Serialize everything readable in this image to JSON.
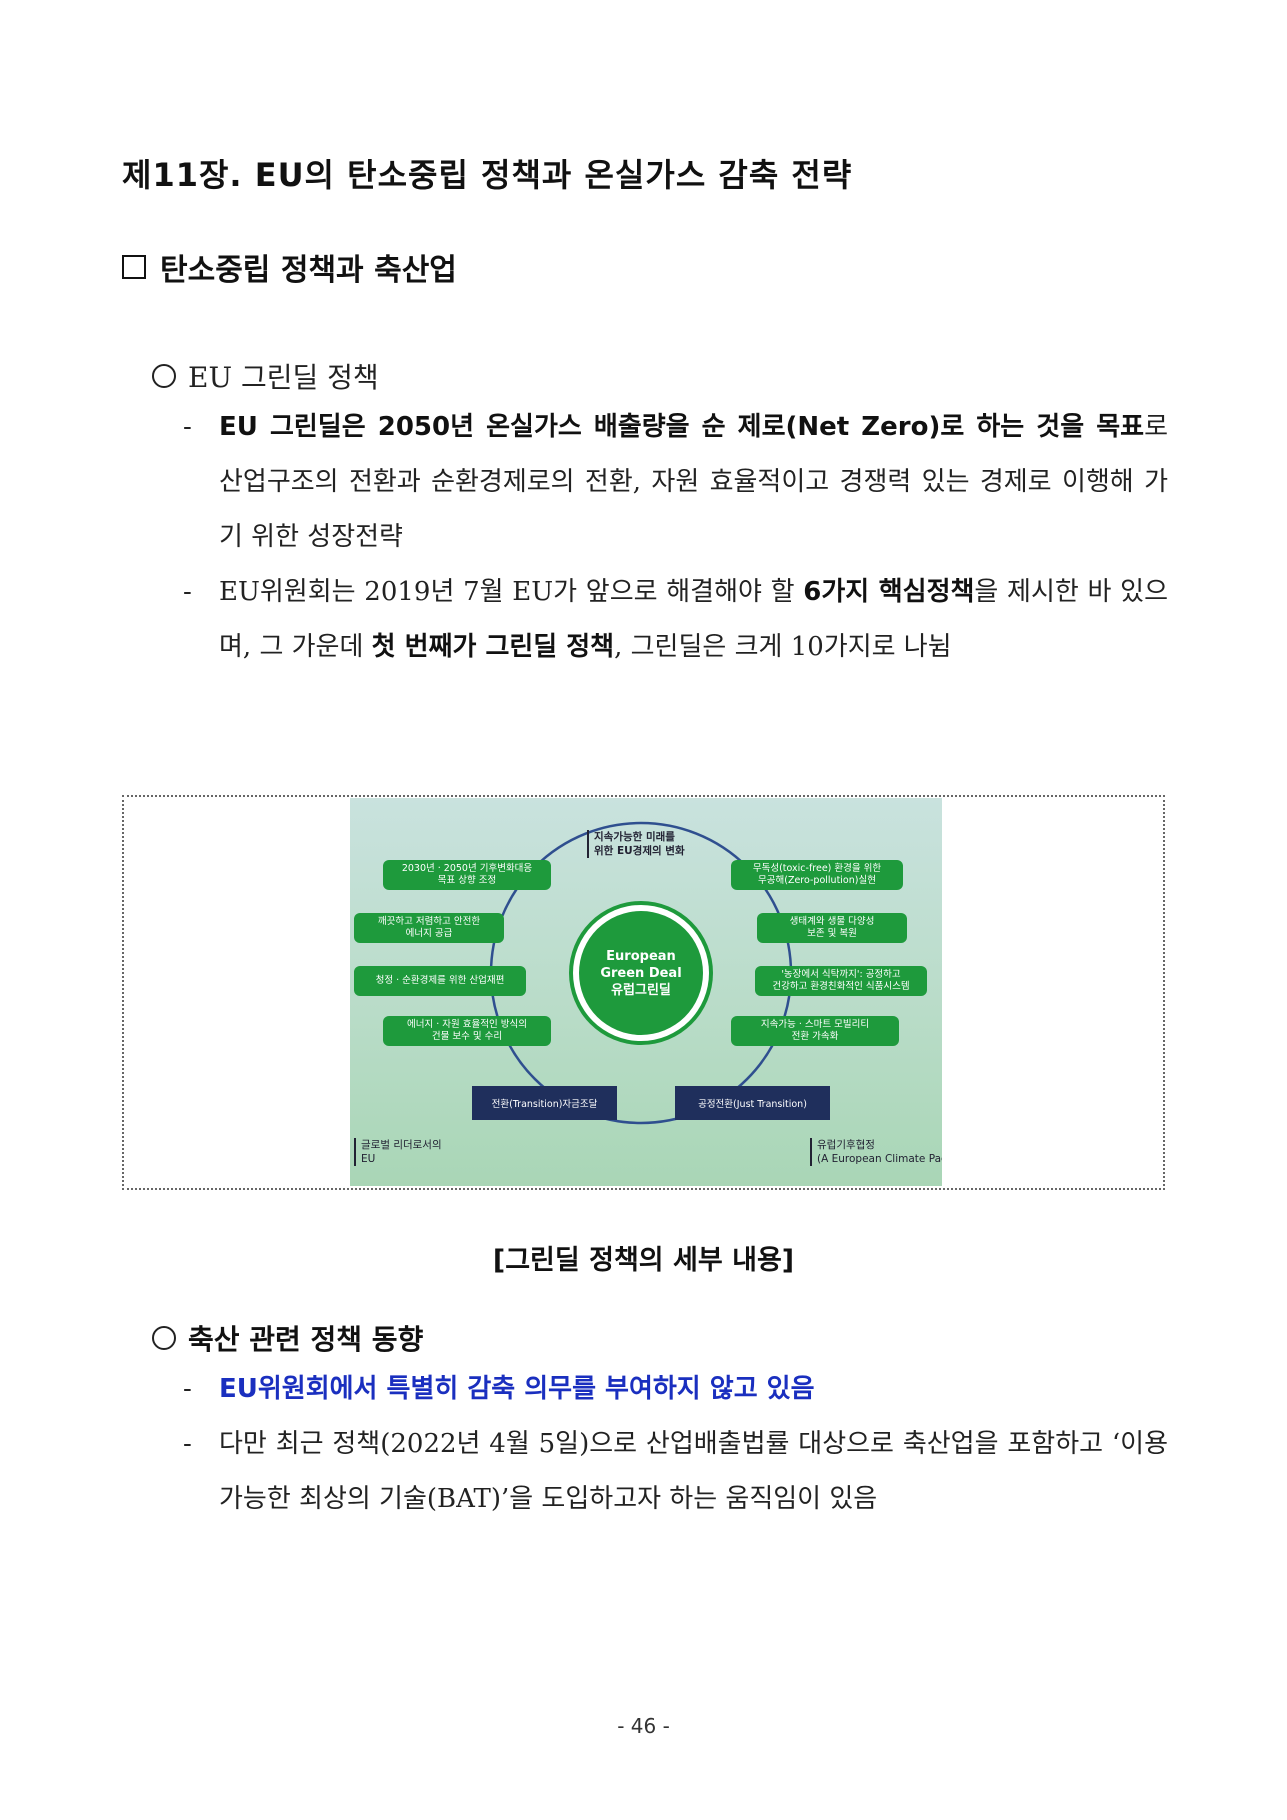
{
  "chapter_title": "제11장. EU의 탄소중립 정책과 온실가스 감축 전략",
  "section_title": "탄소중립 정책과 축산업",
  "sub1": {
    "heading": "EU 그린딜 정책",
    "p1_bold": "EU 그린딜은 2050년 온실가스 배출량을 순 제로(Net Zero)로 하는 것을 목표",
    "p1_rest": "로 산업구조의 전환과 순환경제로의 전환, 자원 효율적이고 경쟁력 있는 경제로 이행해 가기 위한 성장전략",
    "p2_a": "EU위원회는 2019년 7월 EU가 앞으로 해결해야 할 ",
    "p2_b": "6가지 핵심정책",
    "p2_c": "을 제시한 바 있으며, 그 가운데 ",
    "p2_d": "첫 번째가 그린딜 정책",
    "p2_e": ", 그린딜은 크게 10가지로 나뉨"
  },
  "figure": {
    "top_label": "지속가능한 미래를\n위한 EU경제의 변화",
    "center_en": "European\nGreen Deal",
    "center_ko": "유럽그린딜",
    "left_boxes": [
      "2030년 · 2050년 기후변화대응\n목표 상향 조정",
      "깨끗하고 저렴하고 안전한\n에너지 공급",
      "청정 · 순환경제를 위한 산업재편",
      "에너지 · 자원 효율적인 방식의\n건물 보수 및 수리"
    ],
    "right_boxes": [
      "무독성(toxic-free) 환경을 위한\n무공해(Zero-pollution)실현",
      "생태계와 생물 다양성\n보존 및 복원",
      "'농장에서 식탁까지': 공정하고\n건강하고 환경친화적인 식품시스템",
      "지속가능 · 스마트 모빌리티\n전환 가속화"
    ],
    "bottom_left": "전환(Transition)자금조달",
    "bottom_right": "공정전환(Just Transition)",
    "corner_left": "글로벌 리더로서의\nEU",
    "corner_right": "유럽기후협정\n(A European Climate Pact)"
  },
  "caption": "[그린딜 정책의 세부 내용]",
  "sub2": {
    "heading": "축산 관련 정책 동향",
    "p1": "EU위원회에서 특별히 감축 의무를 부여하지 않고 있음",
    "p2": "다만 최근 정책(2022년 4월 5일)으로 산업배출법률 대상으로 축산업을 포함하고 ‘이용 가능한 최상의 기술(BAT)’을 도입하고자 하는 움직임이 있음"
  },
  "page_number": "- 46 -",
  "colors": {
    "accent_blue": "#1a2fbf",
    "figure_green": "#1e9a3c",
    "figure_navy": "#1f2f5c"
  }
}
